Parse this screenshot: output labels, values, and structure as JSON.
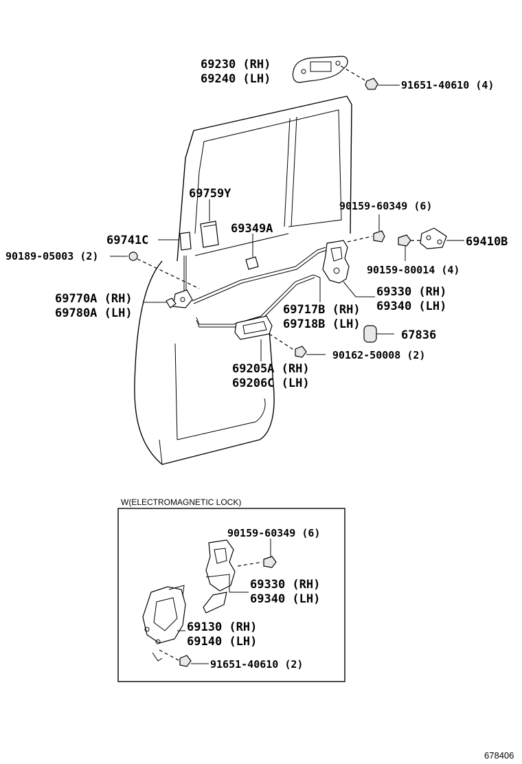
{
  "labels": {
    "p69230": "69230 (RH)",
    "p69240": "69240 (LH)",
    "p91651a": "91651-40610 (4)",
    "p69759": "69759Y",
    "p90159a": "90159-60349 (6)",
    "p69741": "69741C",
    "p69349": "69349A",
    "p69410": "69410B",
    "p90189": "90189-05003 (2)",
    "p90159b": "90159-80014 (4)",
    "p69770": "69770A (RH)",
    "p69780": "69780A (LH)",
    "p69330a": "69330 (RH)",
    "p69340a": "69340 (LH)",
    "p69717": "69717B (RH)",
    "p69718": "69718B (LH)",
    "p67836": "67836",
    "p90162": "90162-50008 (2)",
    "p69205": "69205A (RH)",
    "p69206": "69206C (LH)"
  },
  "inset": {
    "title": "W(ELECTROMAGNETIC LOCK)",
    "p90159": "90159-60349 (6)",
    "p69330": "69330 (RH)",
    "p69340": "69340 (LH)",
    "p69130": "69130 (RH)",
    "p69140": "69140 (LH)",
    "p91651": "91651-40610 (2)"
  },
  "footer": {
    "code": "678406"
  }
}
